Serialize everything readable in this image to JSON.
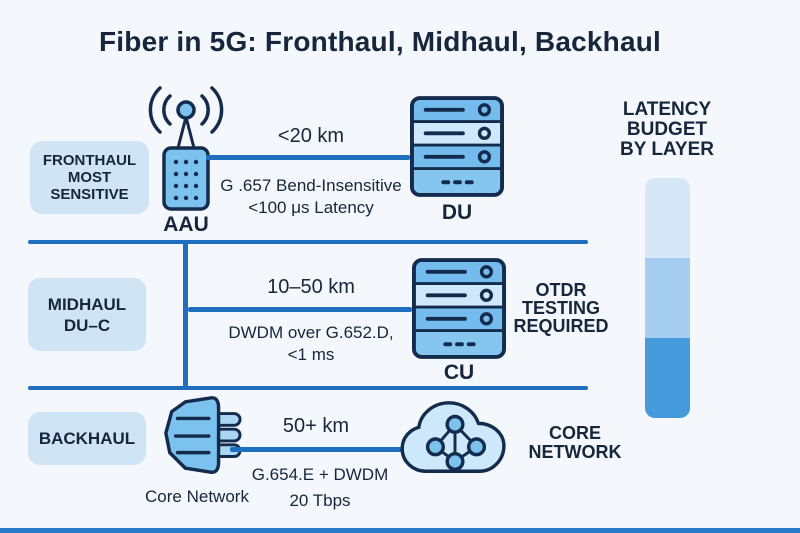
{
  "title": "Fiber in 5G: Fronthaul, Midhaul, Backhaul",
  "colors": {
    "background": "#f4f8fc",
    "text": "#16263d",
    "connector_line": "#1e6fbf",
    "badge_background": "#cfe4f5",
    "icon_outline": "#132c4e",
    "icon_fill": "#7cc2ef",
    "icon_fill_light": "#cde7fb",
    "bottom_bar": "#2878c8"
  },
  "fronthaul": {
    "badge_lines": [
      "FRONTHAUL",
      "MOST",
      "SENSITIVE"
    ],
    "left_node_label": "AAU",
    "right_node_label": "DU",
    "distance": "<20 km",
    "spec_line1": "G .657 Bend-Insensitive",
    "spec_line2": "<100 μs Latency"
  },
  "midhaul": {
    "badge_lines": [
      "MIDHAUL",
      "DU–C"
    ],
    "right_node_label": "CU",
    "distance": "10–50 km",
    "spec_line1": "DWDM over G.652.D,",
    "spec_line2": "<1 ms",
    "note_lines": [
      "OTDR",
      "TESTING",
      "REQUIRED"
    ]
  },
  "backhaul": {
    "badge_lines": [
      "BACKHAUL"
    ],
    "left_node_label": "Core Network",
    "right_node_lines": [
      "CORE",
      "NETWORK"
    ],
    "distance": "50+ km",
    "spec_line1": "G.654.E + DWDM",
    "spec_line2": "20 Tbps"
  },
  "latency_panel": {
    "heading_lines": [
      "LATENCY",
      "BUDGET",
      "BY LAYER"
    ],
    "segment_colors": [
      "#d6e8f8",
      "#a4cdf0",
      "#449adb"
    ]
  },
  "icons": [
    "aau-antenna-icon",
    "server-icon",
    "fiber-connector-icon",
    "cloud-network-icon"
  ]
}
